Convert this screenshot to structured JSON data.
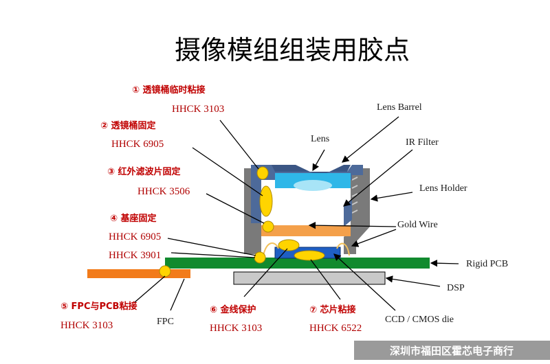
{
  "title": "摄像模组组装用胶点",
  "callouts": [
    {
      "name": "① 透镜桶临时粘接",
      "code": "HHCK 3103"
    },
    {
      "name": "② 透镜桶固定",
      "code": "HHCK 6905"
    },
    {
      "name": "③ 红外滤波片固定",
      "code": "HHCK 3506"
    },
    {
      "name": "④ 基座固定",
      "code": "HHCK 6905"
    },
    {
      "name": "",
      "code": "HHCK 3901"
    },
    {
      "name": "⑤ FPC与PCB粘接",
      "code": "HHCK 3103"
    },
    {
      "name": "⑥ 金线保护",
      "code": "HHCK 3103"
    },
    {
      "name": "⑦ 芯片粘接",
      "code": "HHCK 6522"
    }
  ],
  "parts": {
    "lens": "Lens",
    "lens_barrel": "Lens Barrel",
    "ir_filter": "IR Filter",
    "lens_holder": "Lens Holder",
    "gold_wire": "Gold Wire",
    "rigid_pcb": "Rigid PCB",
    "dsp": "DSP",
    "fpc": "FPC",
    "sensor": "CCD / CMOS die"
  },
  "footer": "深圳市福田区霍芯电子商行",
  "colors": {
    "callout_red": "#c00000",
    "glue_yellow": "#ffd400",
    "pcb_green": "#118a2e",
    "fpc_orange": "#f27b1a",
    "holder_gray": "#7a7a7a",
    "barrel_blue": "#4d6a9a",
    "lens_cyan": "#2fb7e8",
    "filter_orange": "#f4a04a",
    "sensor_blue": "#1f5fc4",
    "footer_bg": "#9a9a9a"
  }
}
